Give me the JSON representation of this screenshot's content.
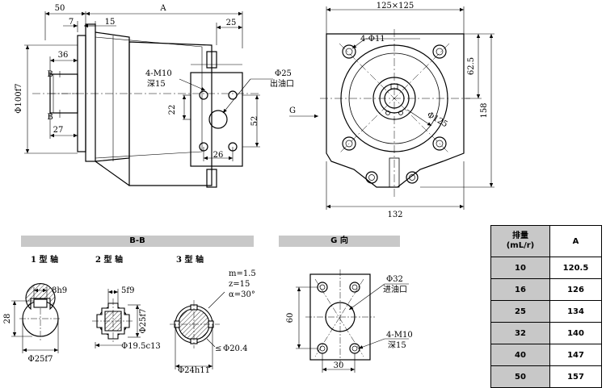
{
  "side_view": {
    "dim_50": "50",
    "dim_A": "A",
    "dim_7": "7",
    "dim_15": "15",
    "dim_25": "25",
    "dim_36": "36",
    "dim_27": "27",
    "label_B_top": "B",
    "label_B_bottom": "B",
    "dim_phi100": "Φ100f7",
    "bolt_note": "4-M10",
    "bolt_depth": "深15",
    "outlet_dia": "Φ25",
    "outlet_label": "出油口",
    "dim_22": "22",
    "dim_52": "52",
    "dim_26": "26"
  },
  "front_view": {
    "dim_square": "125×125",
    "holes": "4-Φ11",
    "dim_62_5": "62.5",
    "dim_158": "158",
    "dim_phi125": "Φ125",
    "dim_132": "132",
    "view_arrow": "G"
  },
  "section_bb": {
    "title": "B-B",
    "shaft1_title": "1 型 轴",
    "shaft2_title": "2 型 轴",
    "shaft3_title": "3 型 轴",
    "s1_key": "8h9",
    "s1_height": "28",
    "s1_dia": "Φ25f7",
    "s2_key": "5f9",
    "s2_dia": "Φ25f7",
    "s2_dia2": "Φ19.5c13",
    "s3_m": "m=1.5",
    "s3_z": "z=15",
    "s3_alpha": "α=30°",
    "s3_dia": "Φ20.4",
    "s3_le": "≤",
    "s3_dia2": "Φ24h11"
  },
  "view_g": {
    "title": "G 向",
    "inlet_dia": "Φ32",
    "inlet_label": "进油口",
    "dim_60": "60",
    "dim_30": "30",
    "bolt_note": "4-M10",
    "bolt_depth": "深15"
  },
  "table": {
    "header_col1_line1": "排量",
    "header_col1_line2": "(mL/r)",
    "header_col2": "A",
    "rows": [
      {
        "displacement": "10",
        "A": "120.5"
      },
      {
        "displacement": "16",
        "A": "126"
      },
      {
        "displacement": "25",
        "A": "134"
      },
      {
        "displacement": "32",
        "A": "140"
      },
      {
        "displacement": "40",
        "A": "147"
      },
      {
        "displacement": "50",
        "A": "157"
      }
    ]
  }
}
